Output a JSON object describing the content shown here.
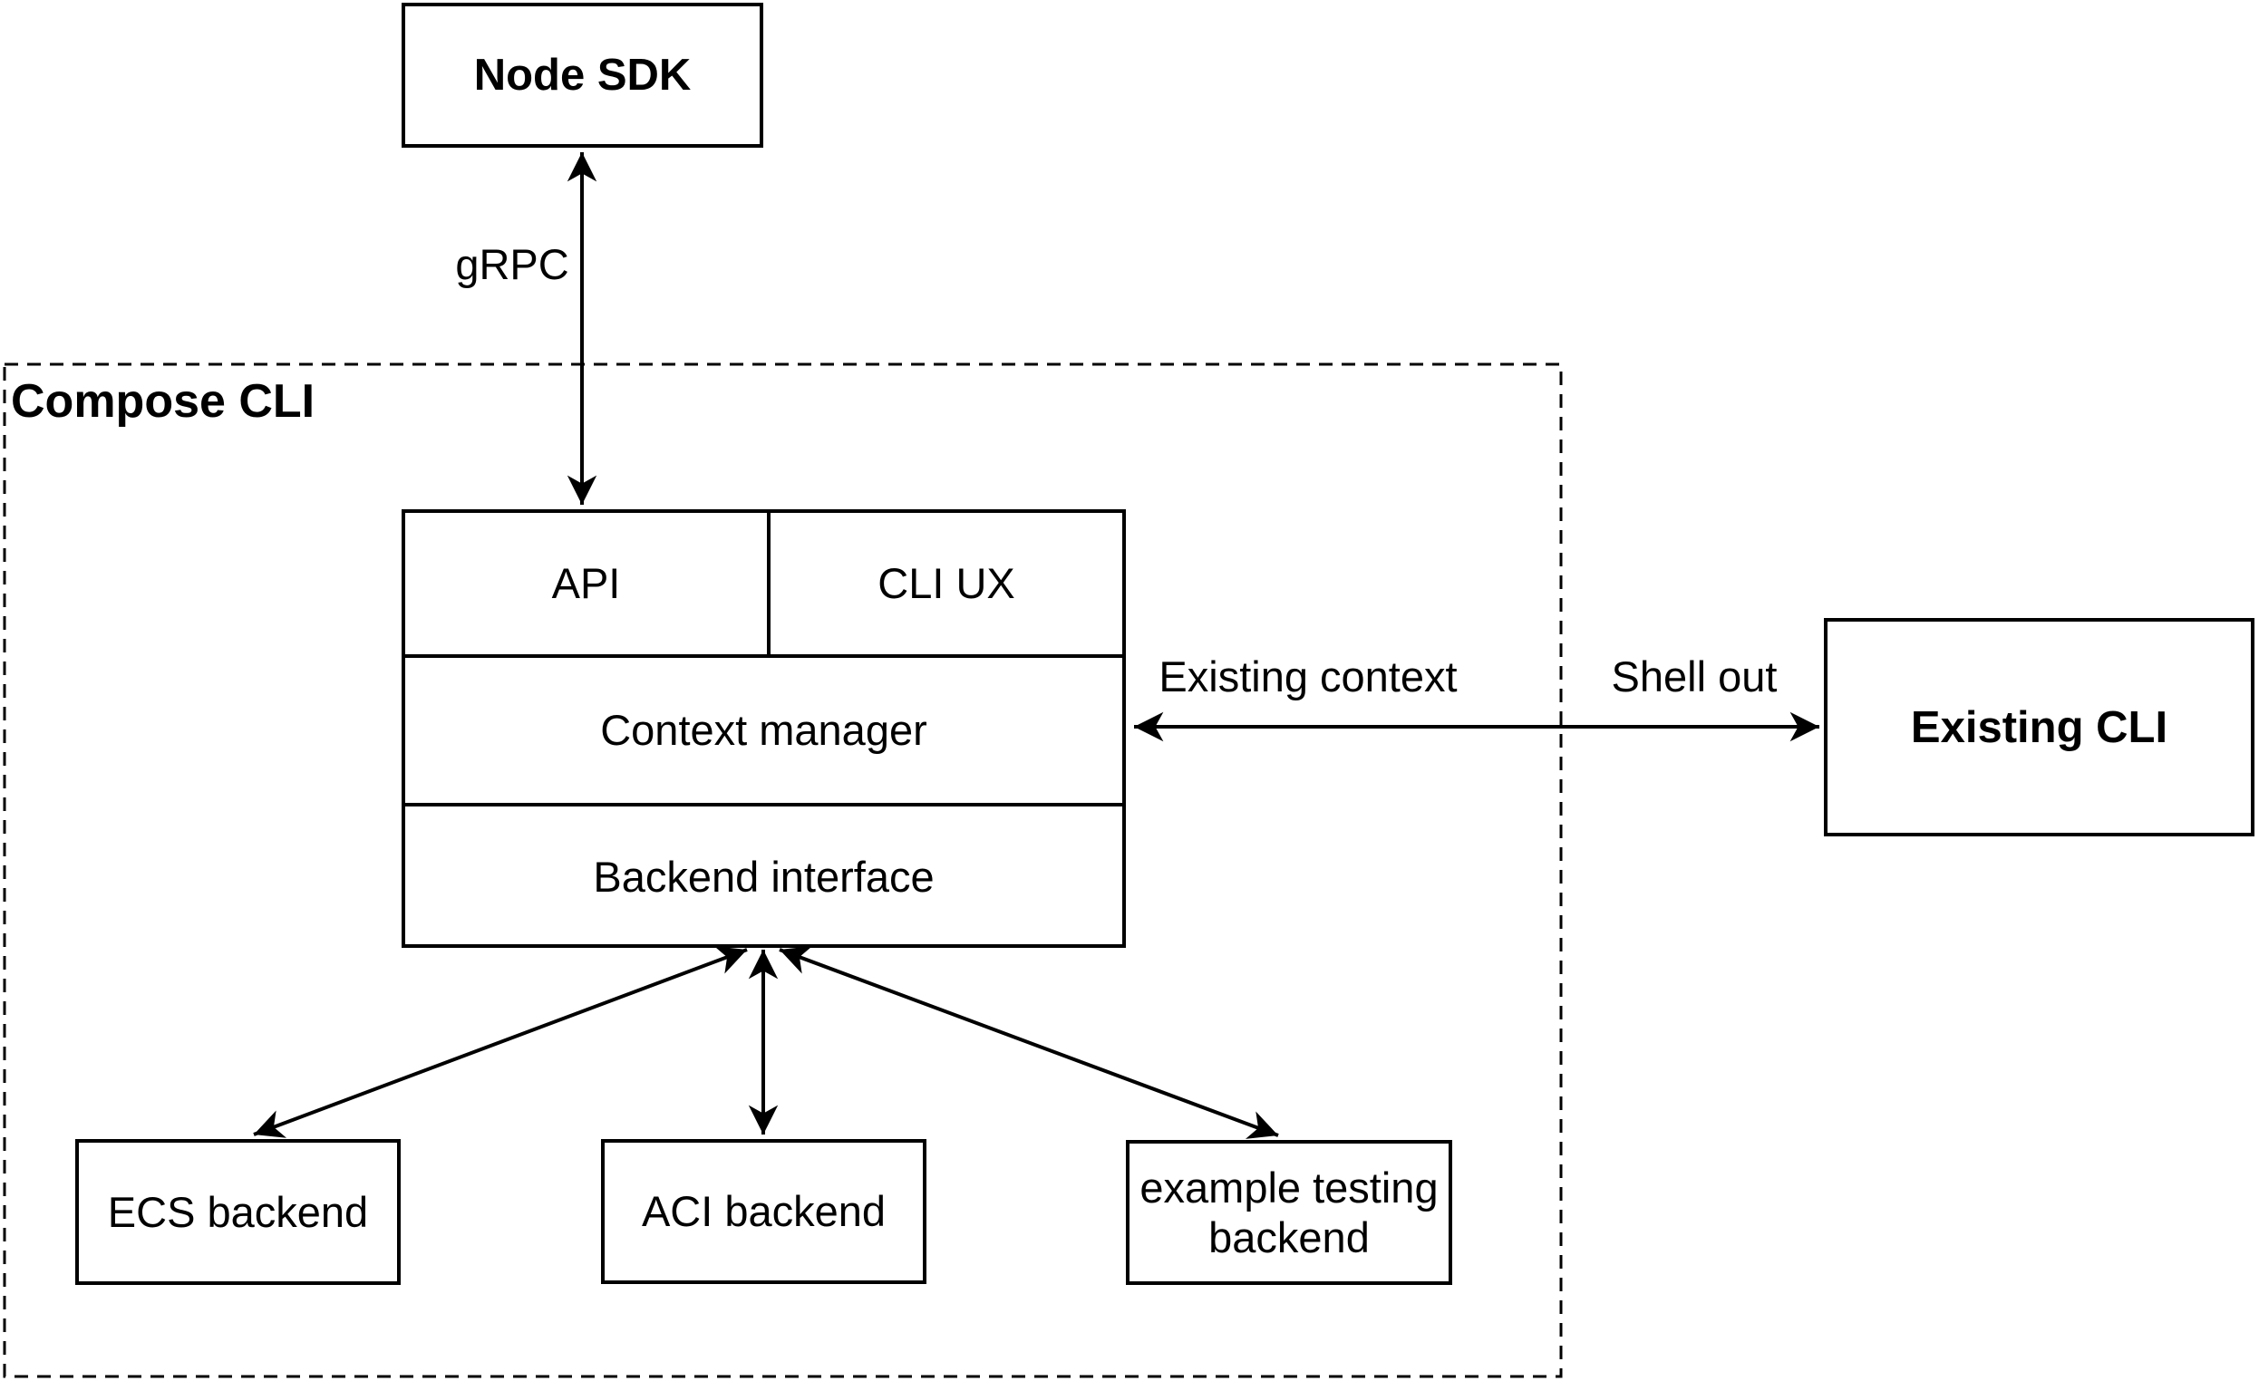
{
  "colors": {
    "stroke": "#000000",
    "background": "#ffffff"
  },
  "container": {
    "label": "Compose CLI"
  },
  "nodes": {
    "node_sdk": "Node SDK",
    "api": "API",
    "cli_ux": "CLI UX",
    "context_manager": "Context manager",
    "backend_interface": "Backend interface",
    "existing_cli": "Existing CLI",
    "ecs_backend": "ECS backend",
    "aci_backend": "ACI backend",
    "example_testing_backend": "example testing backend"
  },
  "edge_labels": {
    "grpc": "gRPC",
    "existing_context": "Existing context",
    "shell_out": "Shell out"
  }
}
